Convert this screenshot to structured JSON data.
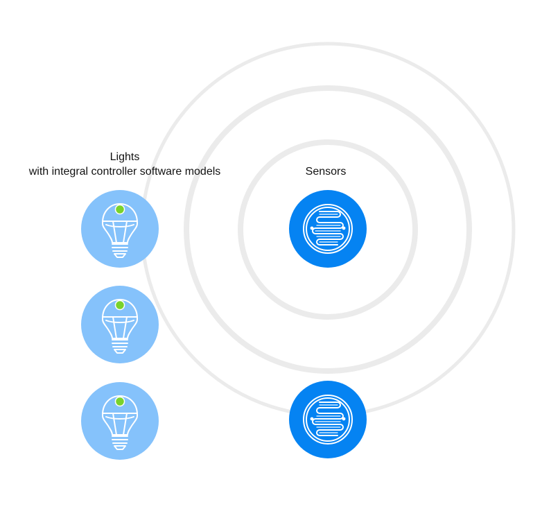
{
  "lights": {
    "title": "Lights",
    "subtitle": "with integral controller software models",
    "count": 3,
    "icon": "light-bulb-icon",
    "color": "#85c2fb",
    "indicator_color": "#79d22c"
  },
  "sensors": {
    "title": "Sensors",
    "count": 2,
    "icon": "sensor-icon",
    "color": "#0583f2"
  },
  "rings": {
    "count": 3,
    "color": "#ebebeb"
  }
}
